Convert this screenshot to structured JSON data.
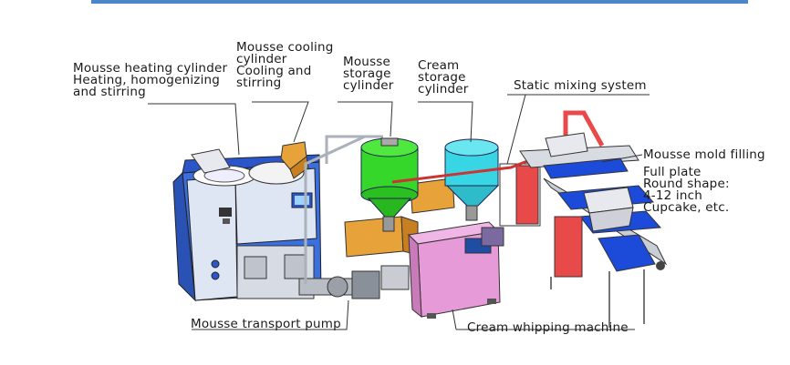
{
  "colors": {
    "top_bar": "#4a86c8",
    "mousse_cylinder": "#35d82a",
    "cream_cylinder": "#38d6e4",
    "whipping_machine": "#e79ad8",
    "mold_filling_frame": "#e84a4a",
    "conveyor_belt": "#1b4bd8",
    "heating_unit": "#2f5fd6",
    "orange_boxes": "#e8a23a"
  },
  "labels": {
    "heating": [
      "Mousse heating cylinder",
      "Heating, homogenizing",
      "and stirring"
    ],
    "cooling": [
      "Mousse cooling",
      "cylinder",
      "Cooling and",
      "stirring"
    ],
    "mousse_storage": [
      "Mousse",
      "storage",
      "cylinder"
    ],
    "cream_storage": [
      "Cream",
      "storage",
      "cylinder"
    ],
    "static_mixing": [
      "Static mixing system"
    ],
    "mold_filling": [
      "Mousse mold filling"
    ],
    "options": [
      "Full plate",
      "Round shape:",
      "4-12 inch",
      "Cupcake, etc."
    ],
    "transport_pump": [
      "Mousse transport pump"
    ],
    "whipping_machine": [
      "Cream whipping machine"
    ]
  }
}
